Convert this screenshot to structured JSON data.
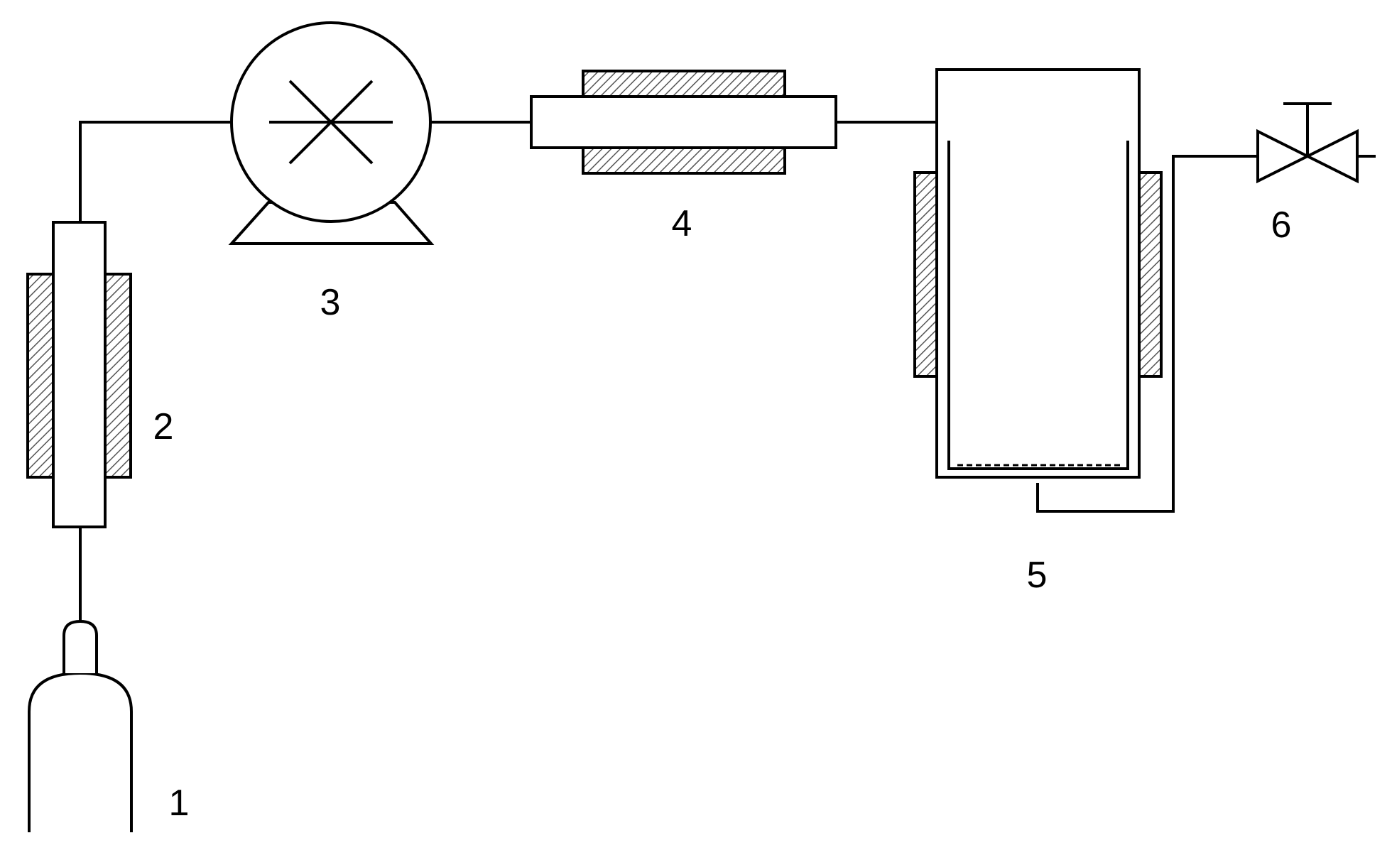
{
  "components": [
    {
      "id": "1",
      "label": "1"
    },
    {
      "id": "2",
      "label": "2"
    },
    {
      "id": "3",
      "label": "3"
    },
    {
      "id": "4",
      "label": "4"
    },
    {
      "id": "5",
      "label": "5"
    },
    {
      "id": "6",
      "label": "6"
    }
  ],
  "colors": {
    "stroke": "#000000",
    "background": "#ffffff"
  }
}
